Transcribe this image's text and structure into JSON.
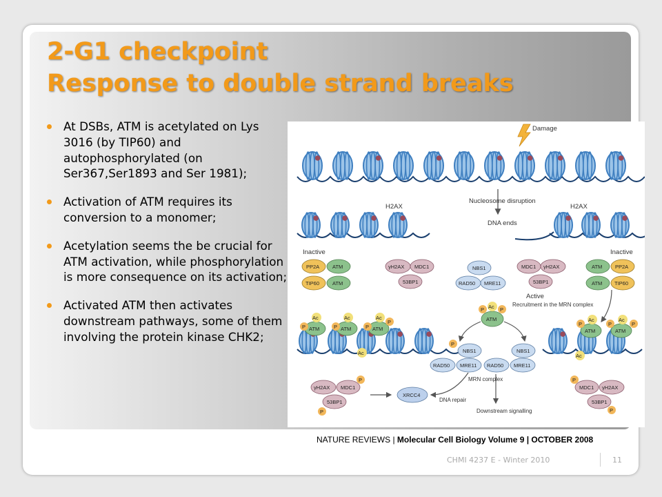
{
  "title": {
    "line1": "2-G1 checkpoint",
    "line2": "Response to double strand breaks"
  },
  "bullets": [
    "At DSBs, ATM is acetylated on Lys 3016 (by TIP60) and autophosphorylated (on Ser367,Ser1893 and Ser 1981);",
    "Activation of ATM requires its conversion to a monomer;",
    "Acetylation seems the be crucial for ATM activation, while phosphorylation is more consequence on its activation;",
    "Activated ATM then activates downstream pathways, some of them involving the protein kinase CHK2;"
  ],
  "figure": {
    "labels": {
      "damage": "Damage",
      "h2ax_left": "H2AX",
      "h2ax_right": "H2AX",
      "nucleosome_disruption": "Nucleosome disruption",
      "dna_ends": "DNA ends",
      "inactive_left": "Inactive",
      "inactive_right": "Inactive",
      "active": "Active",
      "recruitment": "Recruitment in the MRN complex",
      "mrn_complex": "MRN complex",
      "dna_repair": "DNA repair",
      "downstream": "Downstream signalling"
    },
    "molecules": {
      "pp2a": "PP2A",
      "atm": "ATM",
      "tip60": "TIP60",
      "gh2ax": "γH2AX",
      "mdc1": "MDC1",
      "53bp1": "53BP1",
      "nbs1": "NBS1",
      "rad50": "RAD50",
      "mre11": "MRE11",
      "xrcc4": "XRCC4",
      "ac": "Ac",
      "p": "P"
    },
    "colors": {
      "nucleosome": "#3f7fc0",
      "nucleosome_light": "#9cc4e8",
      "dna": "#1a3f6e",
      "h2ax_dot": "#9a4a5a",
      "atm": "#8cc28c",
      "pp2a": "#f0c25a",
      "nbs1": "#c9dbf0",
      "mdc1": "#d8b9c2",
      "xrcc4": "#bcd0ec",
      "p_badge": "#f2b75a"
    }
  },
  "caption": {
    "prefix": "NATURE REVIEWS | ",
    "journal": "Molecular Cell Biology Volume 9 | OCTOBER 2008"
  },
  "footer": "CHMI 4237 E - Winter 2010",
  "page_number": "11"
}
